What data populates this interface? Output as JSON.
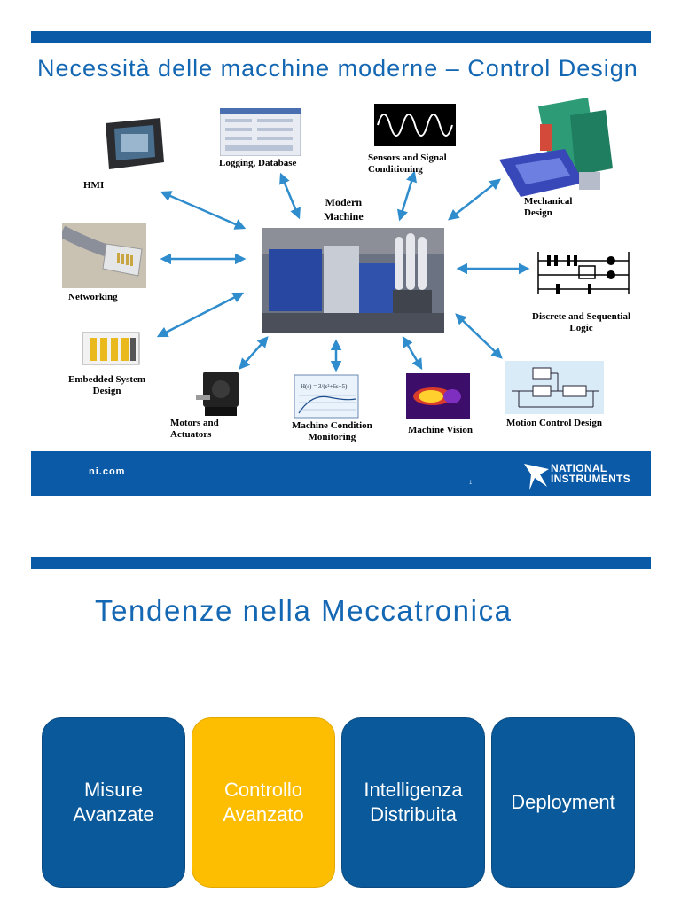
{
  "slide1": {
    "title": "Necessità delle macchine moderne – Control Design",
    "center_label": "Modern\nMachine",
    "nodes": {
      "hmi": "HMI",
      "logging": "Logging, Database",
      "sensors": "Sensors and Signal\nConditioning",
      "mechanical": "Mechanical\nDesign",
      "networking": "Networking",
      "discrete": "Discrete and Sequential\nLogic",
      "embedded": "Embedded System\nDesign",
      "motors": "Motors and\nActuators",
      "condition": "Machine Condition\nMonitoring",
      "vision": "Machine Vision",
      "motion": "Motion Control Design"
    },
    "footer": {
      "website": "ni.com",
      "page_number": "1",
      "logo_line1": "NATIONAL",
      "logo_line2": "INSTRUMENTS"
    }
  },
  "slide2": {
    "title": "Tendenze nella Meccatronica",
    "tiles": [
      {
        "label": "Misure\nAvanzate",
        "highlight": false
      },
      {
        "label": "Controllo\nAvanzato",
        "highlight": true
      },
      {
        "label": "Intelligenza\nDistribuita",
        "highlight": false
      },
      {
        "label": "Deployment",
        "highlight": false
      }
    ]
  },
  "colors": {
    "brand_blue": "#0b5aa7",
    "title_blue": "#1467b3",
    "arrow_blue": "#2f8ccd",
    "tile_blue": "#0a5a9b",
    "tile_highlight": "#fdbd00"
  }
}
